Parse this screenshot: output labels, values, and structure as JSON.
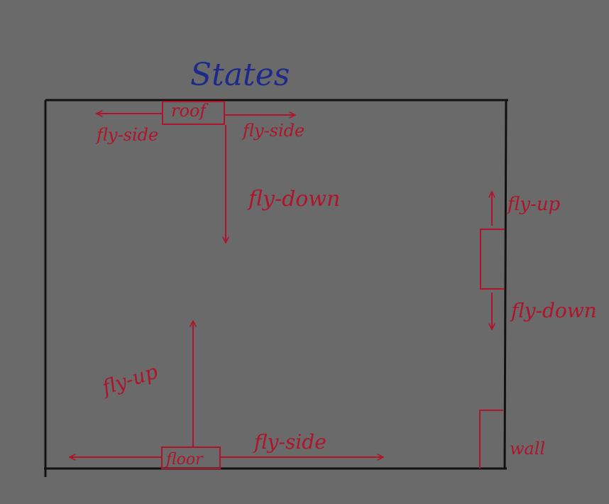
{
  "diagram": {
    "title": "States",
    "colors": {
      "background": "#6a6a6a",
      "frame": "#111111",
      "title": "#1e2a8a",
      "annotation": "#b0142b"
    },
    "states": {
      "roof": "roof",
      "floor": "floor",
      "wall": "wall"
    },
    "transitions": {
      "roof_left": "fly-side",
      "roof_right": "fly-side",
      "roof_down": "fly-down",
      "floor_up": "fly-up",
      "floor_side": "fly-side",
      "wall_up": "fly-up",
      "wall_down": "fly-down"
    }
  }
}
